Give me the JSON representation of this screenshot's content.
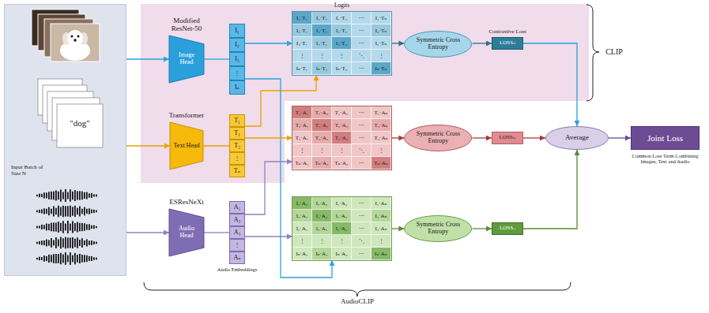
{
  "diagram": {
    "nodes": [
      {
        "text": [
          "Input Batch of Size N"
        ]
      },
      {
        "text": [
          "Modified ResNet-50",
          "Image Head"
        ]
      },
      {
        "text": [
          "Transformer",
          "Text Head"
        ]
      },
      {
        "text": [
          "ESResNeXt",
          "Audio Head"
        ]
      },
      {
        "text": [
          "I₁",
          "I₂",
          "I₃",
          "⋮",
          "Iₙ"
        ]
      },
      {
        "text": [
          "T₁",
          "T₂",
          "T₃",
          "⋮",
          "Tₙ"
        ]
      },
      {
        "text": [
          "A₁",
          "A₂",
          "A₃",
          "⋮",
          "Aₙ",
          "Audio Embeddings"
        ]
      },
      {
        "text": [
          "Logits",
          "I₁·T₁",
          "I₁·T₂",
          "I₁·T₃",
          "⋯",
          "I₁·Tₙ",
          "I₂·T₁",
          "I₂·T₂",
          "I₂·T₃",
          "⋯",
          "I₂·Tₙ",
          "I₃·T₁",
          "I₃·T₂",
          "I₃·T₃",
          "⋯",
          "I₃·Tₙ",
          "⋮",
          "⋮",
          "⋮",
          "⋱",
          "⋮",
          "Iₙ·T₁",
          "Iₙ·T₂",
          "Iₙ·T₃",
          "⋯",
          "Iₙ·Tₙ"
        ]
      },
      {
        "text": [
          "T₁·A₁",
          "T₁·A₂",
          "T₁·A₃",
          "⋯",
          "T₁·Aₙ",
          "T₂·A₁",
          "T₂·A₂",
          "T₂·A₃",
          "⋯",
          "T₂·Aₙ",
          "T₃·A₁",
          "T₃·A₂",
          "T₃·A₃",
          "⋯",
          "T₃·Aₙ",
          "⋮",
          "⋮",
          "⋮",
          "⋱",
          "⋮",
          "Tₙ·A₁",
          "Tₙ·A₂",
          "Tₙ·A₃",
          "⋯",
          "Tₙ·Aₙ"
        ]
      },
      {
        "text": [
          "I₁·A₁",
          "I₁·A₂",
          "I₁·A₃",
          "⋯",
          "I₁·Aₙ",
          "I₂·A₁",
          "I₂·A₂",
          "I₂·A₃",
          "⋯",
          "I₂·Aₙ",
          "I₃·A₁",
          "I₃·A₂",
          "I₃·A₃",
          "⋯",
          "I₃·Aₙ",
          "⋮",
          "⋮",
          "⋮",
          "⋱",
          "⋮",
          "Iₙ·A₁",
          "Iₙ·A₂",
          "Iₙ·A₃",
          "⋯",
          "Iₙ·Aₙ"
        ]
      },
      {
        "text": [
          "Symmetric Cross Entropy"
        ]
      },
      {
        "text": [
          "Symmetric Cross Entropy"
        ]
      },
      {
        "text": [
          "Symmetric Cross Entropy"
        ]
      },
      {
        "text": [
          "Contrastive Loss",
          "LOSSᵢₜ"
        ]
      },
      {
        "text": [
          "LOSSₜₐ"
        ]
      },
      {
        "text": [
          "LOSSᵢₐ"
        ]
      },
      {
        "text": [
          "Average"
        ]
      },
      {
        "text": [
          "Joint Loss",
          "Common Loss Term Combining Images, Text and Audio"
        ]
      }
    ],
    "edges": [
      {
        "from": 0,
        "to": 1,
        "arrow": "to"
      },
      {
        "from": 0,
        "to": 2,
        "arrow": "to"
      },
      {
        "from": 0,
        "to": 3,
        "arrow": "to"
      },
      {
        "from": 1,
        "to": 4,
        "arrow": "none"
      },
      {
        "from": 2,
        "to": 5,
        "arrow": "none"
      },
      {
        "from": 3,
        "to": 6,
        "arrow": "none"
      },
      {
        "from": 4,
        "to": 7,
        "arrow": "to"
      },
      {
        "from": 5,
        "to": 7,
        "arrow": "to"
      },
      {
        "from": 4,
        "to": 9,
        "arrow": "to"
      },
      {
        "from": 5,
        "to": 8,
        "arrow": "to"
      },
      {
        "from": 6,
        "to": 8,
        "arrow": "to"
      },
      {
        "from": 6,
        "to": 9,
        "arrow": "to"
      },
      {
        "from": 7,
        "to": 10,
        "arrow": "to"
      },
      {
        "from": 8,
        "to": 11,
        "arrow": "to"
      },
      {
        "from": 9,
        "to": 12,
        "arrow": "to"
      },
      {
        "from": 10,
        "to": 13,
        "arrow": "to"
      },
      {
        "from": 11,
        "to": 14,
        "arrow": "to"
      },
      {
        "from": 12,
        "to": 15,
        "arrow": "to"
      },
      {
        "from": 13,
        "to": 16,
        "arrow": "to"
      },
      {
        "from": 14,
        "to": 16,
        "arrow": "to"
      },
      {
        "from": 15,
        "to": 16,
        "arrow": "to"
      },
      {
        "from": 16,
        "to": 17,
        "arrow": "to"
      }
    ],
    "labels": [
      "\"dog\"",
      "CLIP",
      "AudioCLIP"
    ]
  }
}
